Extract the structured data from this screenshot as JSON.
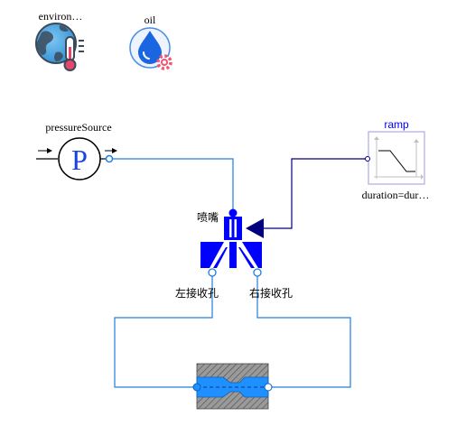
{
  "components": {
    "environment": {
      "label": "environ…",
      "icon": "thermometer-globe-icon"
    },
    "oil": {
      "label": "oil",
      "icon": "oil-drop-gear-icon"
    },
    "pressure_source": {
      "label": "pressureSource",
      "symbol": "P",
      "icon": "pressure-source-icon"
    },
    "ramp": {
      "label": "ramp",
      "parameter": "duration=dur…",
      "icon": "ramp-signal-icon"
    },
    "nozzle": {
      "label": "喷嘴",
      "icon": "nozzle-icon"
    },
    "left_port": {
      "label": "左接收孔"
    },
    "right_port": {
      "label": "右接收孔"
    },
    "receiver_pipe": {
      "icon": "orifice-pipe-icon"
    }
  },
  "colors": {
    "hydraulic_line": "#1f7fe0",
    "signal_line": "#00007f",
    "nozzle_blue": "#0000ff",
    "ramp_label": "#0000ff",
    "ramp_border": "#b0a8e8",
    "orifice_fill": "#1e90ff",
    "orifice_body": "#8c8c8c"
  }
}
